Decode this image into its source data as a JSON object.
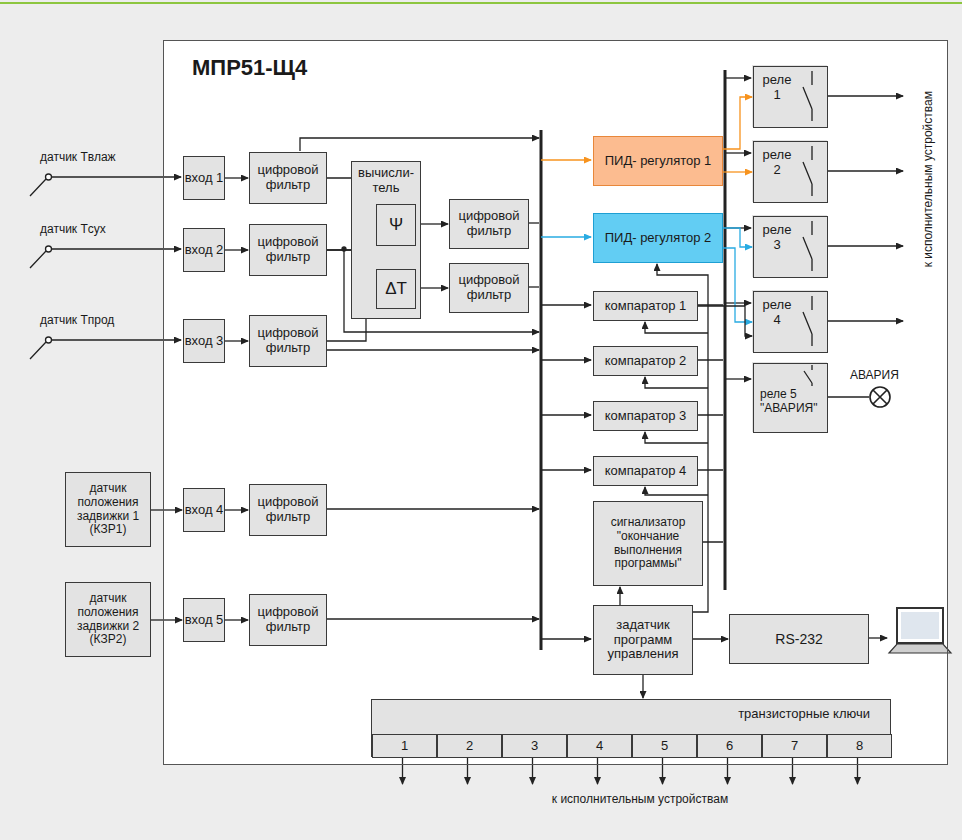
{
  "diagram": {
    "nodes": [
      {
        "text": [
          "МПР51-Щ4"
        ]
      },
      {
        "text": [
          "вход 1"
        ],
        "in": 0
      },
      {
        "text": [
          "цифровой фильтр"
        ],
        "in": 0
      },
      {
        "text": [
          "вычисли- тель"
        ],
        "in": 0
      },
      {
        "text": [
          "Ψ"
        ],
        "in": 3
      },
      {
        "text": [
          "ΔT"
        ],
        "in": 3
      },
      {
        "text": [
          "цифровой фильтр"
        ],
        "in": 0
      },
      {
        "text": [
          "вход 2"
        ],
        "in": 0
      },
      {
        "text": [
          "цифровой фильтр"
        ],
        "in": 0
      },
      {
        "text": [
          "цифровой фильтр"
        ],
        "in": 0
      },
      {
        "text": [
          "вход 3"
        ],
        "in": 0
      },
      {
        "text": [
          "цифровой фильтр"
        ],
        "in": 0
      },
      {
        "text": [
          "вход 4"
        ],
        "in": 0
      },
      {
        "text": [
          "цифровой фильтр"
        ],
        "in": 0
      },
      {
        "text": [
          "вход 5"
        ],
        "in": 0
      },
      {
        "text": [
          "цифровой фильтр"
        ],
        "in": 0
      },
      {
        "text": [
          "ПИД- регулятор 1"
        ],
        "in": 0
      },
      {
        "text": [
          "ПИД- регулятор 2"
        ],
        "in": 0
      },
      {
        "text": [
          "компаратор 1"
        ],
        "in": 0
      },
      {
        "text": [
          "компаратор 2"
        ],
        "in": 0
      },
      {
        "text": [
          "компаратор 3"
        ],
        "in": 0
      },
      {
        "text": [
          "компаратор 4"
        ],
        "in": 0
      },
      {
        "text": [
          "сигнализатор \"окончание выполнения программы\""
        ],
        "in": 0
      },
      {
        "text": [
          "задатчик программ управления"
        ],
        "in": 0
      },
      {
        "text": [
          "транзисторные ключи"
        ],
        "in": 0
      },
      {
        "text": [
          "1"
        ],
        "in": 24
      },
      {
        "text": [
          "2"
        ],
        "in": 24
      },
      {
        "text": [
          "3"
        ],
        "in": 24
      },
      {
        "text": [
          "4"
        ],
        "in": 24
      },
      {
        "text": [
          "5"
        ],
        "in": 24
      },
      {
        "text": [
          "6"
        ],
        "in": 24
      },
      {
        "text": [
          "7"
        ],
        "in": 24
      },
      {
        "text": [
          "8"
        ],
        "in": 24
      },
      {
        "text": [
          "реле 1"
        ],
        "in": 0
      },
      {
        "text": [
          "реле 2"
        ],
        "in": 0
      },
      {
        "text": [
          "реле 3"
        ],
        "in": 0
      },
      {
        "text": [
          "реле 4"
        ],
        "in": 0
      },
      {
        "text": [
          "реле 5 \"АВАРИЯ\""
        ],
        "in": 0
      },
      {
        "text": [
          "RS-232"
        ],
        "in": 0
      },
      {
        "text": [
          "датчик положения задвижки 1 (КЗР1)"
        ]
      },
      {
        "text": [
          "датчик положения задвижки 2 (КЗР2)"
        ]
      }
    ],
    "edges": [
      {
        "from": 1,
        "to": 2,
        "arrow": "to"
      },
      {
        "from": 2,
        "to": 4,
        "arrow": "to"
      },
      {
        "from": 7,
        "to": 8,
        "arrow": "to"
      },
      {
        "from": 8,
        "to": 4,
        "arrow": "to"
      },
      {
        "from": 8,
        "to": 5,
        "arrow": "to"
      },
      {
        "from": 10,
        "to": 11,
        "arrow": "to"
      },
      {
        "from": 11,
        "to": 5,
        "arrow": "to"
      },
      {
        "from": 4,
        "to": 6,
        "arrow": "to"
      },
      {
        "from": 5,
        "to": 9,
        "arrow": "to"
      },
      {
        "from": 39,
        "to": 12,
        "arrow": "to"
      },
      {
        "from": 12,
        "to": 13,
        "arrow": "to"
      },
      {
        "from": 40,
        "to": 14,
        "arrow": "to"
      },
      {
        "from": 14,
        "to": 15,
        "arrow": "to"
      },
      {
        "from": 16,
        "to": 33,
        "arrow": "to"
      },
      {
        "from": 16,
        "to": 34,
        "arrow": "to"
      },
      {
        "from": 17,
        "to": 35,
        "arrow": "to"
      },
      {
        "from": 17,
        "to": 36,
        "arrow": "to"
      },
      {
        "from": 18,
        "to": 36,
        "arrow": "to"
      },
      {
        "from": 23,
        "to": 22,
        "arrow": "to"
      },
      {
        "from": 23,
        "to": 24,
        "arrow": "to"
      },
      {
        "from": 23,
        "to": 38,
        "arrow": "to"
      }
    ],
    "labels": [
      "датчик Tвлаж",
      "датчик Tсух",
      "датчик Tпрод",
      "к исполнительным устройствам",
      "АВАРИЯ",
      "к исполнительным устройствам"
    ]
  }
}
